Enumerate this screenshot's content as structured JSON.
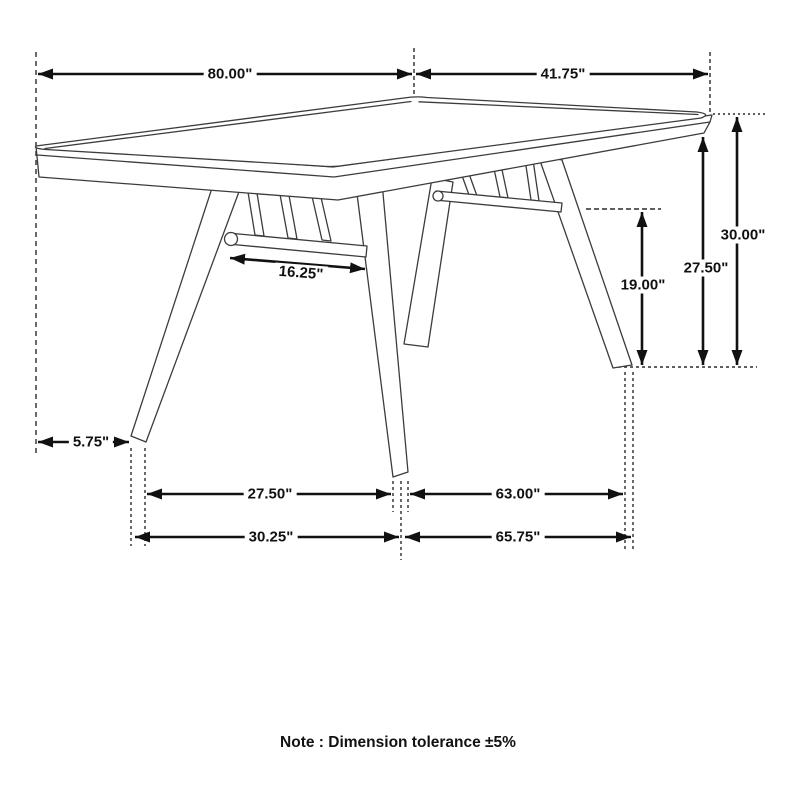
{
  "diagram": {
    "type": "furniture-dimension-drawing",
    "subject": "rectangular dining table with splayed legs and spindle stretchers",
    "unit": "inches",
    "note": "Note : Dimension tolerance ±5%"
  },
  "dims": {
    "top_length": "80.00\"",
    "top_depth": "41.75\"",
    "overall_height": "30.00\"",
    "apron_height": "27.50\"",
    "clearance_height": "19.00\"",
    "stretcher_length": "16.25\"",
    "foot_inset": "5.75\"",
    "front_feet_span": "27.50\"",
    "side_feet_span": "63.00\"",
    "front_feet_outer_span": "30.25\"",
    "side_feet_outer_span": "65.75\""
  }
}
